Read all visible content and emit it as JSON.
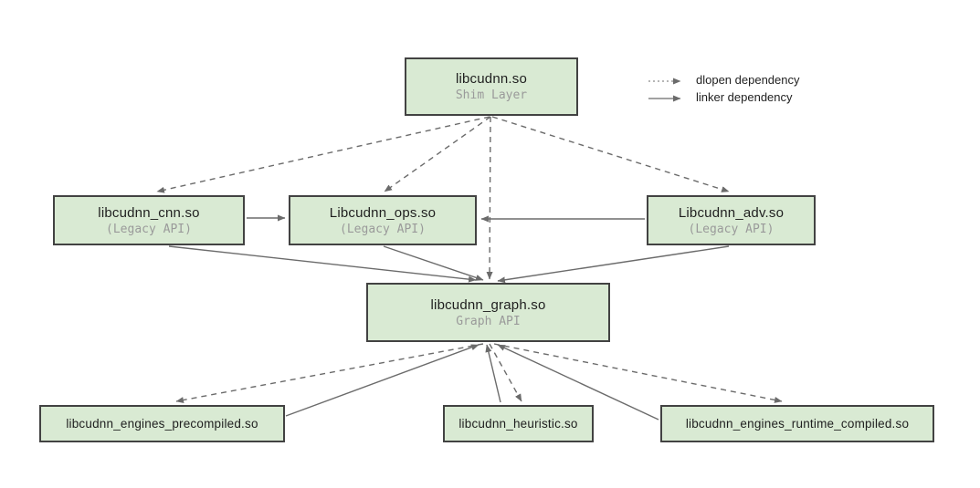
{
  "diagram": {
    "nodes": {
      "shim": {
        "title": "libcudnn.so",
        "subtitle": "Shim Layer"
      },
      "cnn": {
        "title": "libcudnn_cnn.so",
        "subtitle": "(Legacy API)"
      },
      "ops": {
        "title": "Libcudnn_ops.so",
        "subtitle": "(Legacy API)"
      },
      "adv": {
        "title": "Libcudnn_adv.so",
        "subtitle": "(Legacy API)"
      },
      "graph": {
        "title": "libcudnn_graph.so",
        "subtitle": "Graph API"
      },
      "engines_precompiled": {
        "title": "libcudnn_engines_precompiled.so"
      },
      "heuristic": {
        "title": "libcudnn_heuristic.so"
      },
      "engines_runtime_compiled": {
        "title": "libcudnn_engines_runtime_compiled.so"
      }
    },
    "edges": [
      {
        "from": "shim",
        "to": "cnn",
        "type": "dlopen"
      },
      {
        "from": "shim",
        "to": "ops",
        "type": "dlopen"
      },
      {
        "from": "shim",
        "to": "graph",
        "type": "dlopen"
      },
      {
        "from": "shim",
        "to": "adv",
        "type": "dlopen"
      },
      {
        "from": "cnn",
        "to": "ops",
        "type": "linker"
      },
      {
        "from": "adv",
        "to": "ops",
        "type": "linker"
      },
      {
        "from": "cnn",
        "to": "graph",
        "type": "linker"
      },
      {
        "from": "ops",
        "to": "graph",
        "type": "linker"
      },
      {
        "from": "adv",
        "to": "graph",
        "type": "linker"
      },
      {
        "from": "graph",
        "to": "engines_precompiled",
        "type": "dlopen"
      },
      {
        "from": "graph",
        "to": "heuristic",
        "type": "dlopen"
      },
      {
        "from": "graph",
        "to": "engines_runtime_compiled",
        "type": "dlopen"
      },
      {
        "from": "engines_precompiled",
        "to": "graph",
        "type": "linker"
      },
      {
        "from": "heuristic",
        "to": "graph",
        "type": "linker"
      },
      {
        "from": "engines_runtime_compiled",
        "to": "graph",
        "type": "linker"
      }
    ],
    "legend": {
      "items": [
        {
          "type": "dlopen",
          "label": "dlopen dependency"
        },
        {
          "type": "linker",
          "label": "linker dependency"
        }
      ]
    },
    "colors": {
      "node_fill": "#d9ead3",
      "node_border": "#424242",
      "edge": "#6b6b6b",
      "title_text": "#1f1f1f",
      "subtitle_text": "#9a9a9a",
      "background": "#ffffff"
    }
  }
}
